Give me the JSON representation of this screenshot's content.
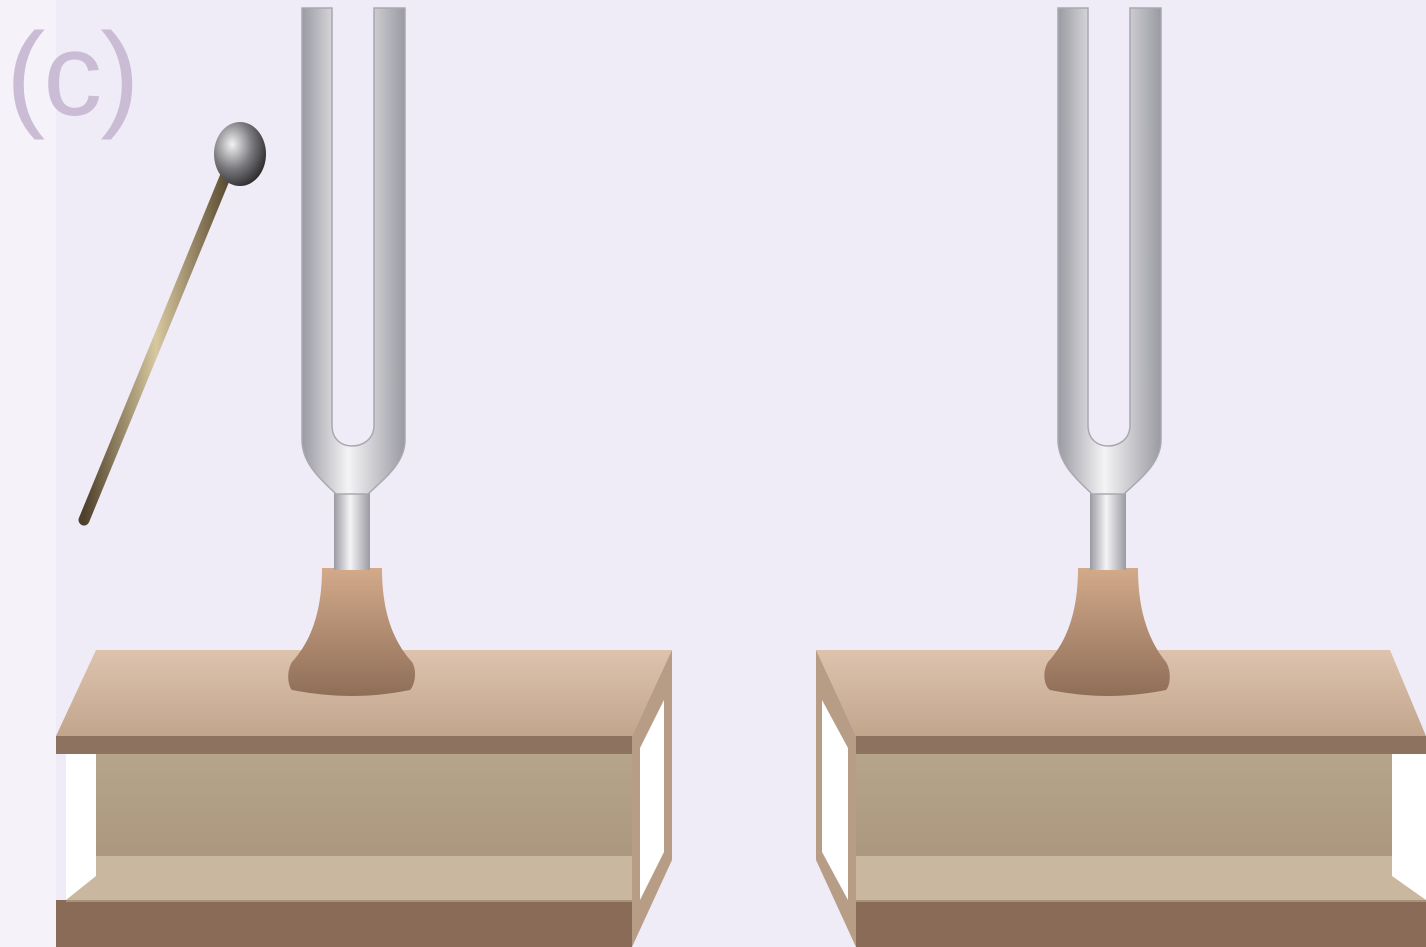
{
  "figure": {
    "panel_label": "(c)"
  },
  "colors": {
    "background": "#F0ECF7",
    "panel_label": "#CBBCD5",
    "fork_metal_light": "#F4F4F6",
    "fork_metal_mid": "#C9C9CF",
    "fork_metal_dark": "#9A9AA2",
    "handle_light": "#D3AA8A",
    "handle_dark": "#8F6E58",
    "box_top_light": "#DDC3AE",
    "box_top_dark": "#C2A58D",
    "box_rim": "#8C725F",
    "box_inner": "#B6A48B",
    "box_base": "#896B58",
    "box_opening": "#FFFFFF",
    "mallet_head": "#7A7A7E",
    "mallet_stick": "#8C7A52"
  },
  "objects": {
    "left_resonator": "tuning-fork-on-resonance-box",
    "right_resonator": "tuning-fork-on-resonance-box",
    "mallet": "rubber-mallet"
  }
}
